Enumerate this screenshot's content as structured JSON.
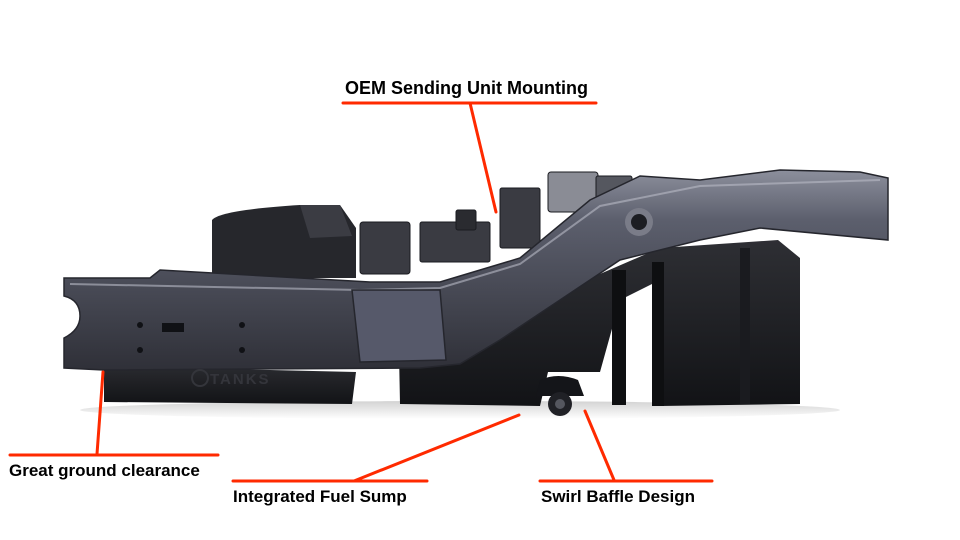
{
  "callouts": {
    "oem_sending_unit": "OEM Sending Unit Mounting",
    "ground_clearance": "Great ground clearance",
    "fuel_sump": "Integrated Fuel Sump",
    "swirl_baffle": "Swirl Baffle Design"
  },
  "tank_logo": "TANKS",
  "colors": {
    "callout_line": "#ff2a00",
    "tank_body": "#1b1c1f",
    "frame_rail": "#4a4d5a",
    "label_text": "#000000"
  }
}
